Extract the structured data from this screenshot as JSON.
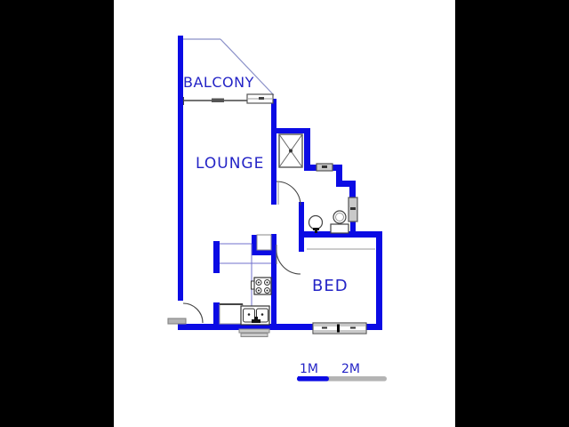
{
  "plan": {
    "rooms": [
      {
        "name": "balcony",
        "label": "BALCONY"
      },
      {
        "name": "lounge",
        "label": "LOUNGE"
      },
      {
        "name": "bed",
        "label": "BED"
      }
    ],
    "scale_bar": {
      "label_1m": "1M",
      "label_2m": "2M"
    },
    "colors": {
      "letterbox": "#000000",
      "paper": "#ffffff",
      "wall": "#0b0be4",
      "room_label": "#2424c6",
      "window_fill": "#c9c9c9",
      "window_frame": "#555555",
      "thin_line": "#444444",
      "light_line": "#8a90c8",
      "counter_line": "#7070cc",
      "inner_line": "#999999",
      "scale_gray": "#b4b4b4",
      "fixture_stroke": "#333333",
      "landing_gray": "#b3b3b3"
    },
    "fixtures": {
      "shaft": "elevator-shaft",
      "toilet": "toilet",
      "basin": "wash-basin",
      "stove": "stove-4-burner",
      "sink": "double-sink",
      "cabinet": "kitchen-cabinet",
      "duct": "kitchen-duct"
    },
    "windows": [
      "balcony-window",
      "bathroom-window-top",
      "bathroom-window-right",
      "bedroom-window"
    ],
    "doors": [
      "entrance-door",
      "bathroom-door",
      "bedroom-door",
      "balcony-slider"
    ]
  }
}
